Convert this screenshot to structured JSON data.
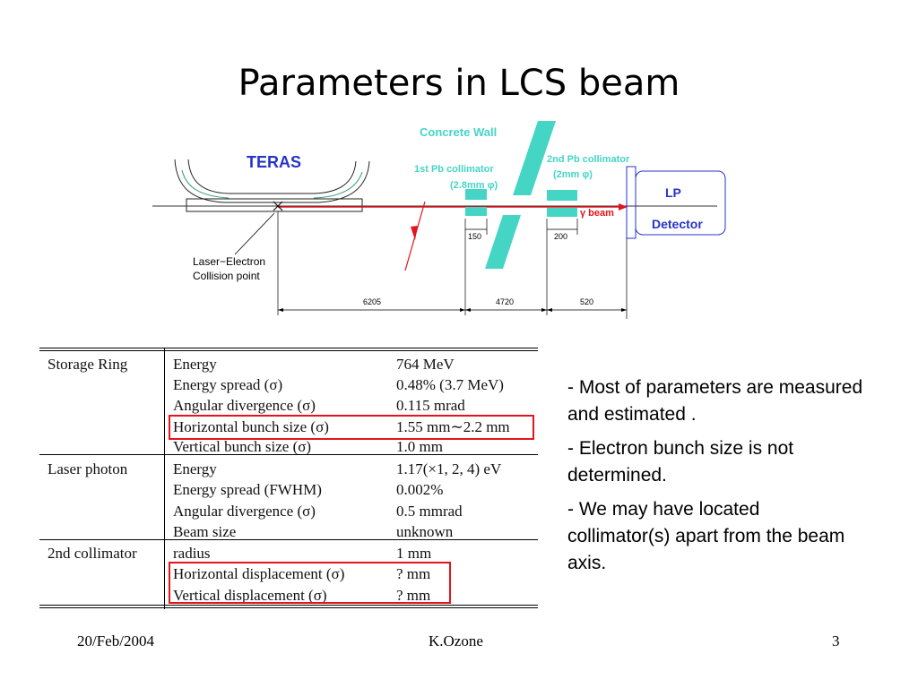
{
  "slide": {
    "title": "Parameters in LCS beam"
  },
  "diagram": {
    "concrete_wall": "Concrete Wall",
    "teras": "TERAS",
    "collimator1": "1st Pb collimator",
    "collimator1_size": "(2.8mm φ)",
    "collimator2": "2nd Pb collimator",
    "collimator2_size": "(2mm φ)",
    "lp": "LP",
    "detector": "Detector",
    "gamma_beam": "γ beam",
    "collision1": "Laser−Electron",
    "collision2": "Collision point",
    "dim_150": "150",
    "dim_200": "200",
    "dim_6205": "6205",
    "dim_4720": "4720",
    "dim_520": "520"
  },
  "table": {
    "groups": [
      {
        "name": "Storage Ring",
        "rows": [
          {
            "param": "Energy",
            "value": "764 MeV"
          },
          {
            "param": "Energy spread (σ)",
            "value": "0.48% (3.7 MeV)"
          },
          {
            "param": "Angular divergence (σ)",
            "value": "0.115 mrad"
          },
          {
            "param": "Horizontal bunch size (σ)",
            "value": "1.55 mm∼2.2 mm"
          },
          {
            "param": "Vertical bunch size (σ)",
            "value": "1.0 mm"
          }
        ]
      },
      {
        "name": "Laser photon",
        "rows": [
          {
            "param": "Energy",
            "value": "1.17(×1, 2, 4) eV"
          },
          {
            "param": "Energy spread (FWHM)",
            "value": "0.002%"
          },
          {
            "param": "Angular divergence (σ)",
            "value": "0.5 mmrad"
          },
          {
            "param": "Beam size",
            "value": "unknown"
          }
        ]
      },
      {
        "name": "2nd collimator",
        "rows": [
          {
            "param": "radius",
            "value": "1 mm"
          },
          {
            "param": "Horizontal displacement (σ)",
            "value": "? mm"
          },
          {
            "param": "Vertical displacement (σ)",
            "value": "? mm"
          }
        ]
      }
    ]
  },
  "bullets": [
    "- Most of parameters are measured and estimated .",
    "- Electron bunch size is not determined.",
    "- We may have located collimator(s) apart from the beam axis."
  ],
  "footer": {
    "date": "20/Feb/2004",
    "author": "K.Ozone",
    "page": "3"
  },
  "colors": {
    "teal": "#45d5c5",
    "blue": "#2733c8",
    "red": "#e3141b"
  }
}
